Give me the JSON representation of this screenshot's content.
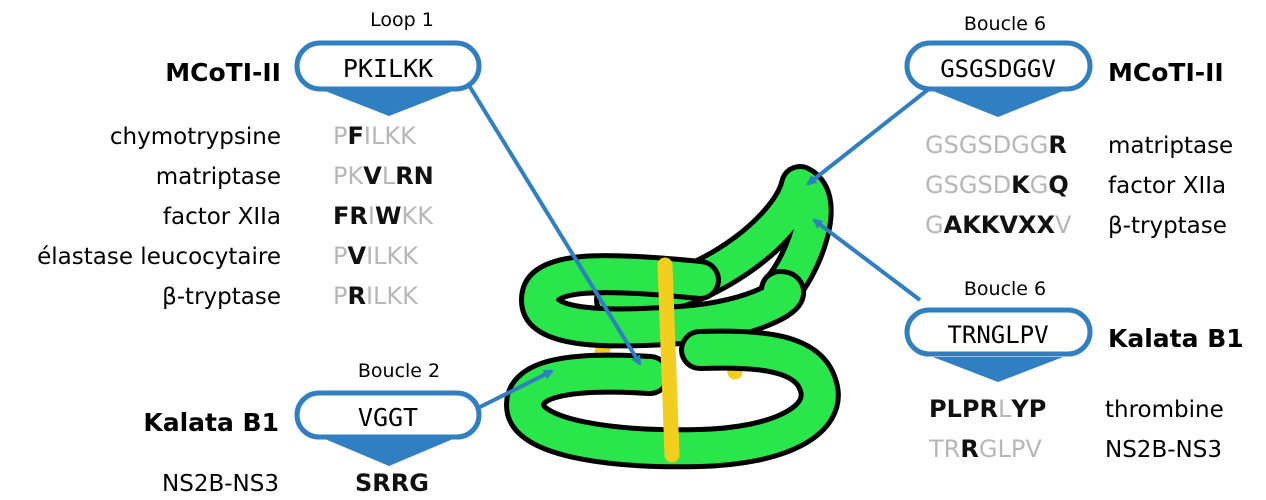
{
  "colors": {
    "accent_blue": "#2f7fc2",
    "knot_green": "#29e64b",
    "disulfide_yellow": "#f2cf1f",
    "dim_residue": "#b7b7b7",
    "active_residue": "#111111"
  },
  "left_top": {
    "loop_label": "Loop 1",
    "protein": "MCoTI-II",
    "wild_type": "PKILKK",
    "variants": [
      {
        "target": "chymotrypsine",
        "residues": [
          {
            "c": "P",
            "on": false
          },
          {
            "c": "F",
            "on": true
          },
          {
            "c": "I",
            "on": false
          },
          {
            "c": "L",
            "on": false
          },
          {
            "c": "K",
            "on": false
          },
          {
            "c": "K",
            "on": false
          }
        ]
      },
      {
        "target": "matriptase",
        "residues": [
          {
            "c": "P",
            "on": false
          },
          {
            "c": "K",
            "on": false
          },
          {
            "c": "V",
            "on": true
          },
          {
            "c": "L",
            "on": false
          },
          {
            "c": "R",
            "on": true
          },
          {
            "c": "N",
            "on": true
          }
        ]
      },
      {
        "target": "factor XIIa",
        "residues": [
          {
            "c": "F",
            "on": true
          },
          {
            "c": "R",
            "on": true
          },
          {
            "c": "I",
            "on": false
          },
          {
            "c": "W",
            "on": true
          },
          {
            "c": "K",
            "on": false
          },
          {
            "c": "K",
            "on": false
          }
        ]
      },
      {
        "target": "élastase leucocytaire",
        "residues": [
          {
            "c": "P",
            "on": false
          },
          {
            "c": "V",
            "on": true
          },
          {
            "c": "I",
            "on": false
          },
          {
            "c": "L",
            "on": false
          },
          {
            "c": "K",
            "on": false
          },
          {
            "c": "K",
            "on": false
          }
        ]
      },
      {
        "target": "β-tryptase",
        "residues": [
          {
            "c": "P",
            "on": false
          },
          {
            "c": "R",
            "on": true
          },
          {
            "c": "I",
            "on": false
          },
          {
            "c": "L",
            "on": false
          },
          {
            "c": "K",
            "on": false
          },
          {
            "c": "K",
            "on": false
          }
        ]
      }
    ]
  },
  "left_bottom": {
    "loop_label": "Boucle 2",
    "protein": "Kalata B1",
    "wild_type": "VGGT",
    "variants": [
      {
        "target": "NS2B-NS3",
        "residues": [
          {
            "c": "S",
            "on": true
          },
          {
            "c": "R",
            "on": true
          },
          {
            "c": "R",
            "on": true
          },
          {
            "c": "G",
            "on": true
          }
        ]
      }
    ]
  },
  "right_top": {
    "loop_label": "Boucle 6",
    "protein": "MCoTI-II",
    "wild_type": "GSGSDGGV",
    "variants": [
      {
        "target": "matriptase",
        "residues": [
          {
            "c": "G",
            "on": false
          },
          {
            "c": "S",
            "on": false
          },
          {
            "c": "G",
            "on": false
          },
          {
            "c": "S",
            "on": false
          },
          {
            "c": "D",
            "on": false
          },
          {
            "c": "G",
            "on": false
          },
          {
            "c": "G",
            "on": false
          },
          {
            "c": "R",
            "on": true
          }
        ]
      },
      {
        "target": "factor XIIa",
        "residues": [
          {
            "c": "G",
            "on": false
          },
          {
            "c": "S",
            "on": false
          },
          {
            "c": "G",
            "on": false
          },
          {
            "c": "S",
            "on": false
          },
          {
            "c": "D",
            "on": false
          },
          {
            "c": "K",
            "on": true
          },
          {
            "c": "G",
            "on": false
          },
          {
            "c": "Q",
            "on": true
          }
        ]
      },
      {
        "target": "β-tryptase",
        "residues": [
          {
            "c": "G",
            "on": false
          },
          {
            "c": "A",
            "on": true
          },
          {
            "c": "K",
            "on": true
          },
          {
            "c": "K",
            "on": true
          },
          {
            "c": "V",
            "on": true
          },
          {
            "c": "X",
            "on": true
          },
          {
            "c": "X",
            "on": true
          },
          {
            "c": "V",
            "on": false
          }
        ]
      }
    ]
  },
  "right_bottom": {
    "loop_label": "Boucle 6",
    "protein": "Kalata B1",
    "wild_type": "TRNGLPV",
    "variants": [
      {
        "target": "thrombine",
        "residues": [
          {
            "c": "P",
            "on": true
          },
          {
            "c": "L",
            "on": true
          },
          {
            "c": "P",
            "on": true
          },
          {
            "c": "R",
            "on": true
          },
          {
            "c": "L",
            "on": false
          },
          {
            "c": "Y",
            "on": true
          },
          {
            "c": "P",
            "on": true
          }
        ]
      },
      {
        "target": "NS2B-NS3",
        "residues": [
          {
            "c": "T",
            "on": false
          },
          {
            "c": "R",
            "on": false
          },
          {
            "c": "R",
            "on": true
          },
          {
            "c": "G",
            "on": false
          },
          {
            "c": "L",
            "on": false
          },
          {
            "c": "P",
            "on": false
          },
          {
            "c": "V",
            "on": false
          }
        ]
      }
    ]
  }
}
